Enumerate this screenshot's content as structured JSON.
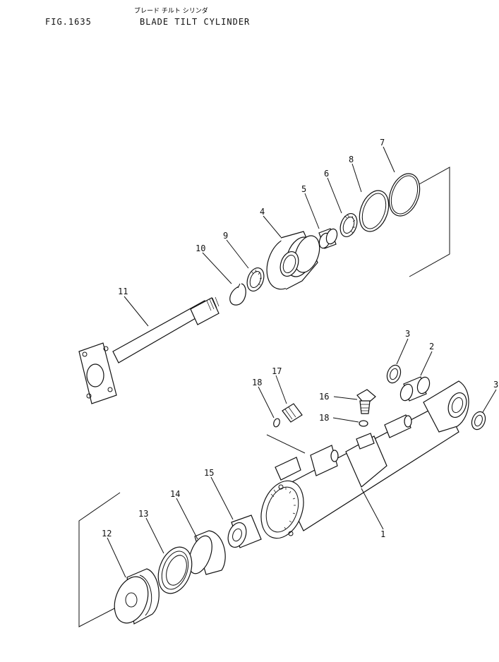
{
  "header": {
    "fig_number": "FIG.1635",
    "title_jp": "ブレード チルト シリンダ",
    "title_en": "BLADE TILT CYLINDER"
  },
  "callouts": [
    {
      "id": "c1",
      "label": "1"
    },
    {
      "id": "c2",
      "label": "2"
    },
    {
      "id": "c3a",
      "label": "3"
    },
    {
      "id": "c3b",
      "label": "3"
    },
    {
      "id": "c4",
      "label": "4"
    },
    {
      "id": "c5",
      "label": "5"
    },
    {
      "id": "c6",
      "label": "6"
    },
    {
      "id": "c7",
      "label": "7"
    },
    {
      "id": "c8",
      "label": "8"
    },
    {
      "id": "c9",
      "label": "9"
    },
    {
      "id": "c10",
      "label": "10"
    },
    {
      "id": "c11",
      "label": "11"
    },
    {
      "id": "c12",
      "label": "12"
    },
    {
      "id": "c13",
      "label": "13"
    },
    {
      "id": "c14",
      "label": "14"
    },
    {
      "id": "c15",
      "label": "15"
    },
    {
      "id": "c16",
      "label": "16"
    },
    {
      "id": "c17",
      "label": "17"
    },
    {
      "id": "c18a",
      "label": "18"
    },
    {
      "id": "c18b",
      "label": "18"
    }
  ]
}
